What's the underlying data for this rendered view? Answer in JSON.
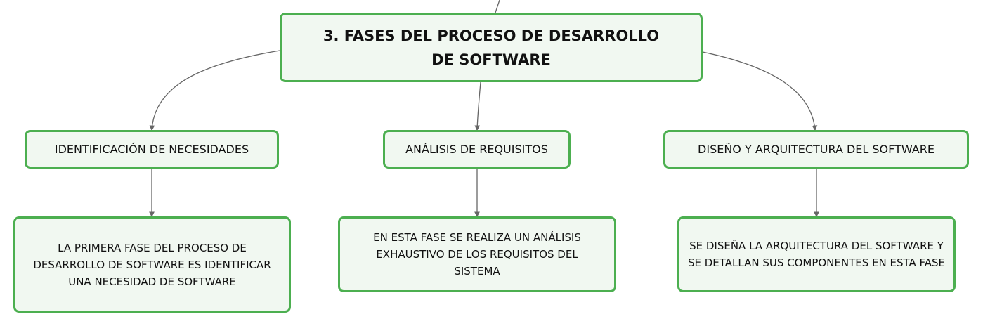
{
  "diagram": {
    "root": {
      "label": "3. FASES DEL PROCESO DE DESARROLLO DE SOFTWARE"
    },
    "branches": [
      {
        "label": "IDENTIFICACIÓN DE NECESIDADES",
        "detail": "LA PRIMERA FASE DEL PROCESO DE DESARROLLO DE SOFTWARE ES IDENTIFICAR UNA NECESIDAD DE SOFTWARE"
      },
      {
        "label": "ANÁLISIS DE REQUISITOS",
        "detail": "EN ESTA FASE SE REALIZA UN ANÁLISIS EXHAUSTIVO DE LOS REQUISITOS DEL SISTEMA"
      },
      {
        "label": "DISEÑO Y ARQUITECTURA DEL SOFTWARE",
        "detail": "SE DISEÑA LA ARQUITECTURA DEL SOFTWARE Y SE DETALLAN SUS COMPONENTES EN ESTA FASE"
      }
    ],
    "colors": {
      "node_border": "#4caf50",
      "node_fill": "#f1f8f1",
      "connector": "#666666"
    }
  }
}
